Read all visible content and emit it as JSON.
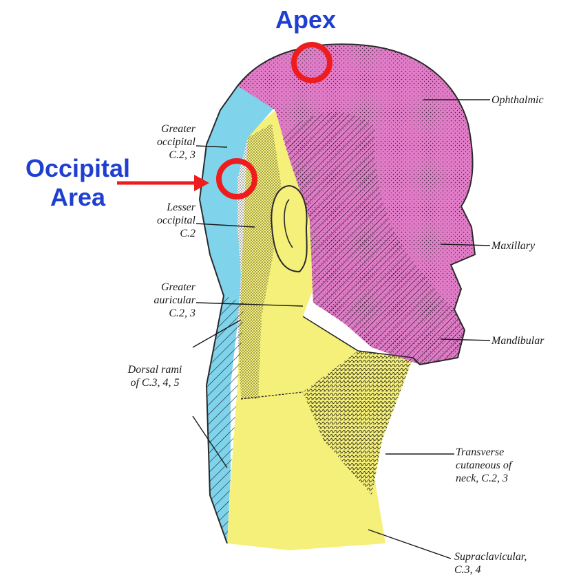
{
  "callouts": {
    "apex": "Apex",
    "occipital_line1": "Occipital",
    "occipital_line2": "Area"
  },
  "labels": {
    "greater_occipital": [
      "Greater",
      "occipital",
      "C.2, 3"
    ],
    "lesser_occipital": [
      "Lesser",
      "occipital",
      "C.2"
    ],
    "greater_auricular": [
      "Greater",
      "auricular",
      "C.2, 3"
    ],
    "dorsal_rami": [
      "Dorsal rami",
      "of C.3, 4, 5"
    ],
    "ophthalmic": "Ophthalmic",
    "maxillary": "Maxillary",
    "mandibular": "Mandibular",
    "transverse_cutaneous": [
      "Transverse",
      "cutaneous of",
      "neck, C.2, 3"
    ],
    "supraclavicular": [
      "Supraclavicular,",
      "C.3, 4"
    ]
  },
  "colors": {
    "trigeminal_pink": "#e27cc8",
    "occipital_blue": "#7fd3ea",
    "cervical_yellow": "#f5f07a",
    "annotation_red": "#ee1c1c",
    "callout_blue": "#1f3fd1"
  },
  "icons": {
    "apex_marker": "red-circle",
    "occipital_marker": "red-circle",
    "occipital_pointer": "red-arrow"
  }
}
